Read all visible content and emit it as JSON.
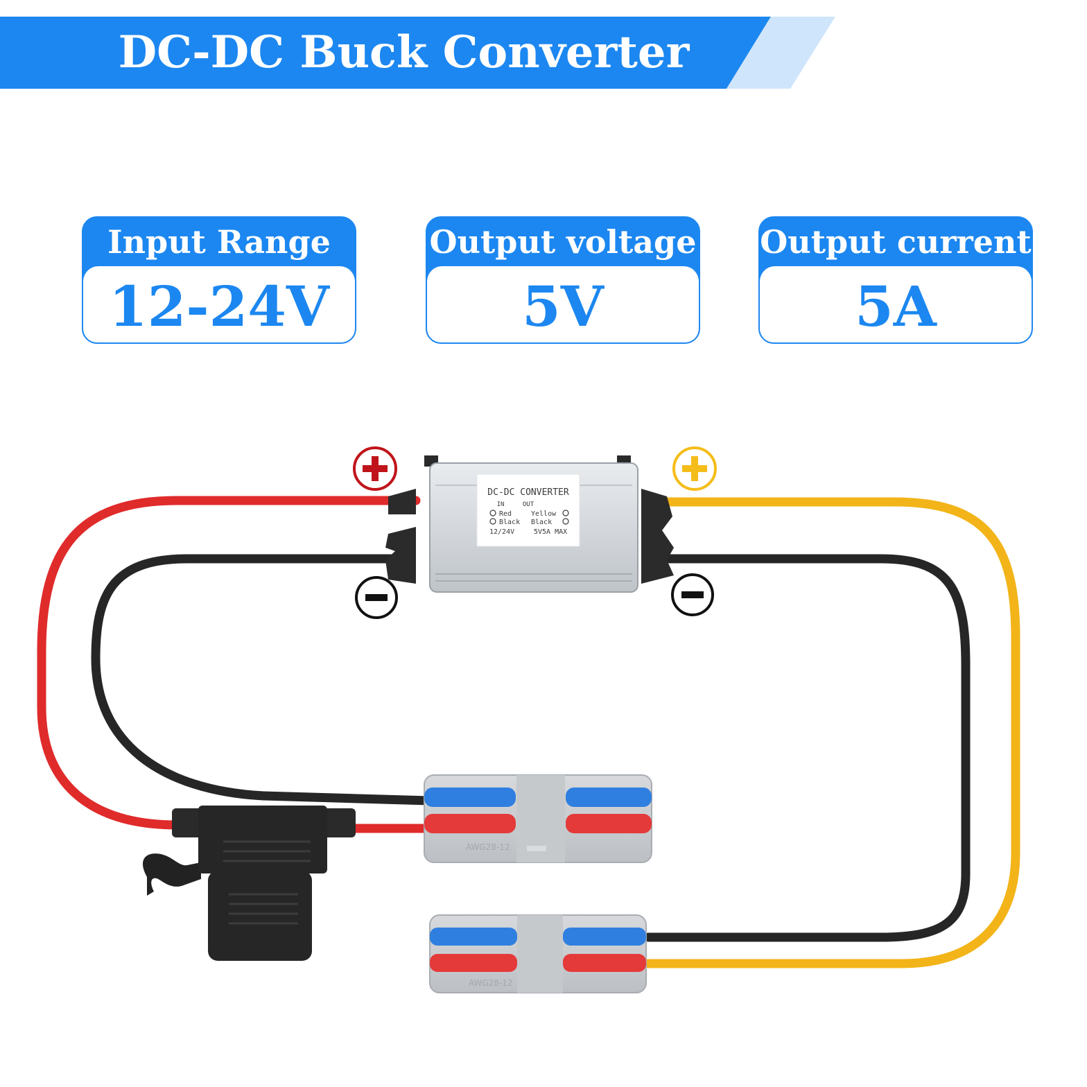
{
  "banner": {
    "title": "DC-DC Buck Converter"
  },
  "specs": [
    {
      "label": "Input Range",
      "value": "12-24V"
    },
    {
      "label": "Output voltage",
      "value": "5V"
    },
    {
      "label": "Output current",
      "value": "5A"
    }
  ],
  "converter_label": {
    "title": "DC-DC CONVERTER",
    "in": "IN",
    "out": "OUT",
    "red": "Red",
    "yellow": "Yellow",
    "black_in": "Black",
    "black_out": "Black",
    "in_rating": "12/24V",
    "out_rating": "5V5A MAX"
  },
  "connector_marking": "AWG28-12",
  "colors": {
    "brand_blue": "#1c87f0",
    "banner_light": "#cfe5fb",
    "red_wire": "#e02b2b",
    "black_wire": "#262626",
    "yellow_wire": "#f2b418",
    "lever_blue": "#2f7fe0",
    "lever_red": "#e43a3a",
    "positive_in_mark": "#c0141a",
    "positive_out_mark": "#f5bd1a"
  },
  "icons": [
    "plus-icon",
    "minus-icon"
  ]
}
